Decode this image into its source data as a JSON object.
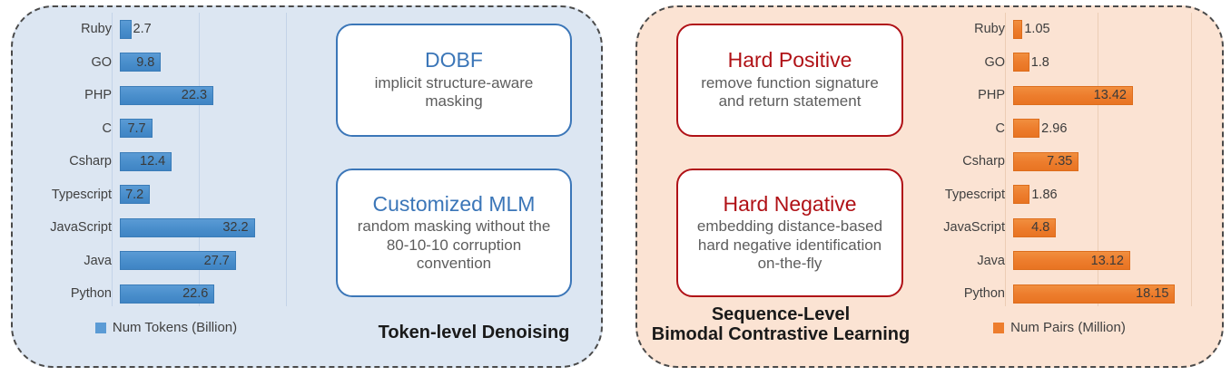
{
  "chart_data": [
    {
      "type": "bar",
      "orientation": "horizontal",
      "title": "",
      "xlabel": "",
      "ylabel": "",
      "legend": "Num Tokens (Billion)",
      "legend_position": "bottom-center",
      "grid": true,
      "xlim": [
        0,
        40
      ],
      "gridline_values": [
        0,
        20,
        40
      ],
      "color": "#5b9bd5",
      "categories": [
        "Ruby",
        "GO",
        "PHP",
        "C",
        "Csharp",
        "Typescript",
        "JavaScript",
        "Java",
        "Python"
      ],
      "values": [
        2.7,
        9.8,
        22.3,
        7.7,
        12.4,
        7.2,
        32.2,
        27.7,
        22.6
      ],
      "value_labels": [
        "2.7",
        "9.8",
        "22.3",
        "7.7",
        "12.4",
        "7.2",
        "32.2",
        "27.7",
        "22.6"
      ]
    },
    {
      "type": "bar",
      "orientation": "horizontal",
      "title": "",
      "xlabel": "",
      "ylabel": "",
      "legend": "Num Pairs (Million)",
      "legend_position": "bottom-center",
      "grid": true,
      "xlim": [
        0,
        20
      ],
      "gridline_values": [
        0,
        10,
        20
      ],
      "color": "#ed7d2d",
      "categories": [
        "Ruby",
        "GO",
        "PHP",
        "C",
        "Csharp",
        "Typescript",
        "JavaScript",
        "Java",
        "Python"
      ],
      "values": [
        1.05,
        1.8,
        13.42,
        2.96,
        7.35,
        1.86,
        4.8,
        13.12,
        18.15
      ],
      "value_labels": [
        "1.05",
        "1.8",
        "13.42",
        "2.96",
        "7.35",
        "1.86",
        "4.8",
        "13.12",
        "18.15"
      ]
    }
  ],
  "left_panel": {
    "caption": "Token-level Denoising",
    "background_color": "#dce6f2",
    "accent_color": "#5b9bd5",
    "callouts": [
      {
        "title": "DOBF",
        "body": "implicit structure-aware masking"
      },
      {
        "title": "Customized MLM",
        "body": "random masking without the 80-10-10 corruption convention"
      }
    ]
  },
  "right_panel": {
    "caption": "Sequence-Level\nBimodal Contrastive Learning",
    "background_color": "#fbe3d3",
    "accent_color": "#ed7d2d",
    "callouts": [
      {
        "title": "Hard Positive",
        "body": "remove function signature and return statement"
      },
      {
        "title": "Hard Negative",
        "body": "embedding distance-based hard negative identification on-the-fly"
      }
    ]
  }
}
